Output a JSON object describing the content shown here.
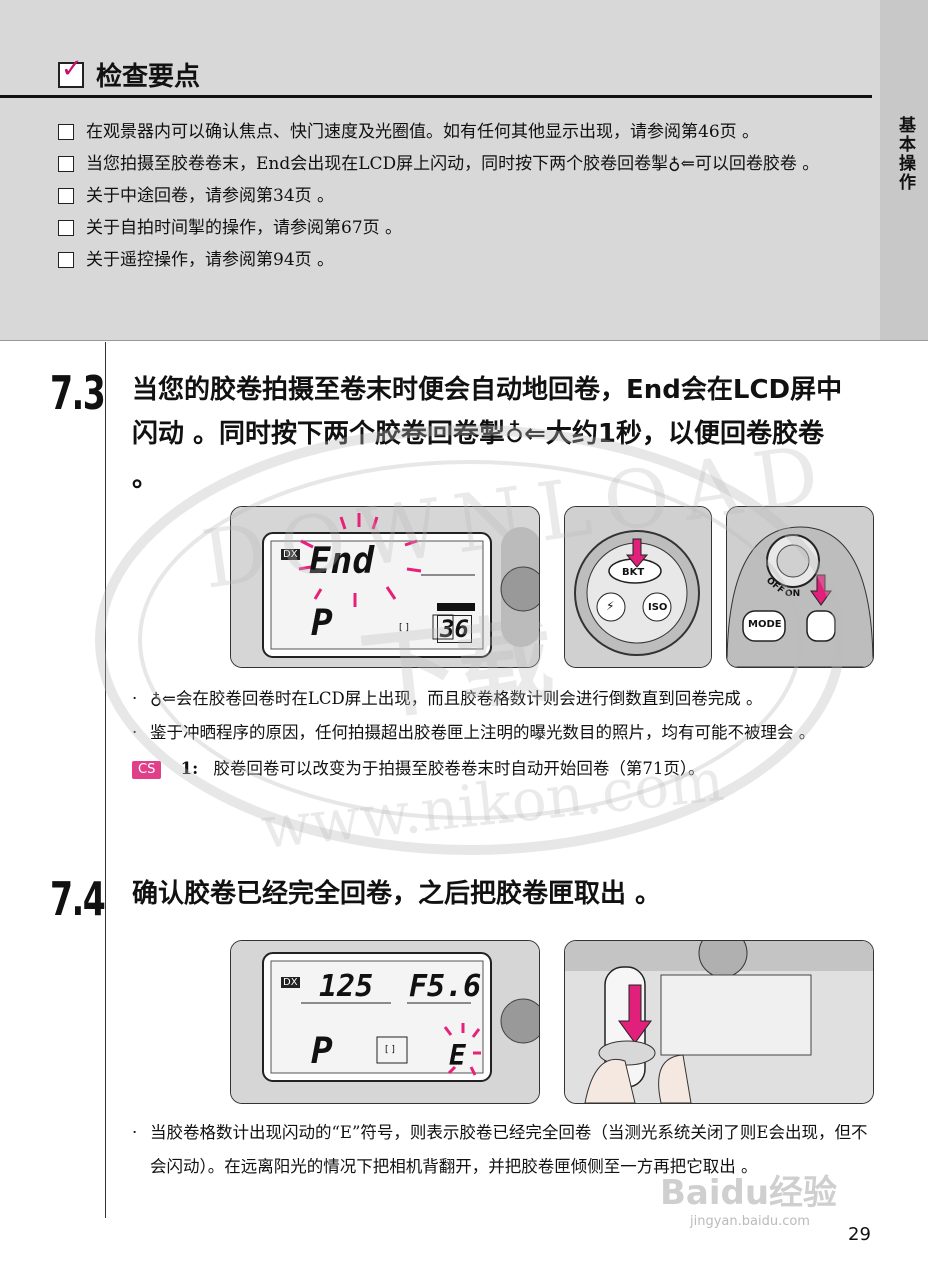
{
  "check_section": {
    "checkbox_icon": "checkmark-box-icon",
    "title": "检查要点",
    "items": [
      "在观景器内可以确认焦点、快门速度及光圈值。如有任何其他显示出现，请参阅第46页 。",
      "当您拍摄至胶卷卷末，End会出现在LCD屏上闪动，同时按下两个胶卷回卷掣♁⇐可以回卷胶卷 。",
      "关于中途回卷，请参阅第34页 。",
      "关于自拍时间掣的操作，请参阅第67页 。",
      "关于遥控操作，请参阅第94页 。"
    ]
  },
  "side_tab": "基本操作",
  "steps": [
    {
      "number": "7.3",
      "text": "当您的胶卷拍摄至卷末时便会自动地回卷，End会在LCD屏中闪动 。同时按下两个胶卷回卷掣♁⇐大约1秒，以便回卷胶卷 。",
      "lcd": {
        "dx": "DX",
        "top": "End",
        "mode": "P",
        "counter": "36",
        "frame_icon": "[ ]"
      },
      "button_labels": {
        "bkt": "BKT",
        "iso": "ISO",
        "mode": "MODE",
        "off": "OFF",
        "on": "ON"
      },
      "notes": [
        "♁⇐会在胶卷回卷时在LCD屏上出现，而且胶卷格数计则会进行倒数直到回卷完成 。",
        "鉴于冲晒程序的原因，任何拍摄超出胶卷匣上注明的曝光数目的照片，均有可能不被理会 。"
      ],
      "cs_note": {
        "badge": "CS",
        "num": "1:",
        "text": "胶卷回卷可以改变为于拍摄至胶卷卷末时自动开始回卷（第71页）。"
      }
    },
    {
      "number": "7.4",
      "text": "确认胶卷已经完全回卷，之后把胶卷匣取出 。",
      "lcd": {
        "dx": "DX",
        "shutter": "125",
        "aperture": "F5.6",
        "mode": "P",
        "counter": "E",
        "frame_icon": "[ ]"
      },
      "notes": [
        "当胶卷格数计出现闪动的“E”符号，则表示胶卷已经完全回卷（当测光系统关闭了则E会出现，但不会闪动）。在远离阳光的情况下把相机背翻开，并把胶卷匣倾侧至一方再把它取出 。"
      ]
    }
  ],
  "page_number": "29",
  "watermarks": {
    "arc_text": "DOWNLOAD",
    "center": "下载",
    "url": "www.nikon.com",
    "baidu": "Baidu经验",
    "baidu_url": "jingyan.baidu.com"
  },
  "colors": {
    "panel_bg": "#d8d8d8",
    "accent": "#e0408a",
    "sidebar": "#c8c8c8"
  }
}
